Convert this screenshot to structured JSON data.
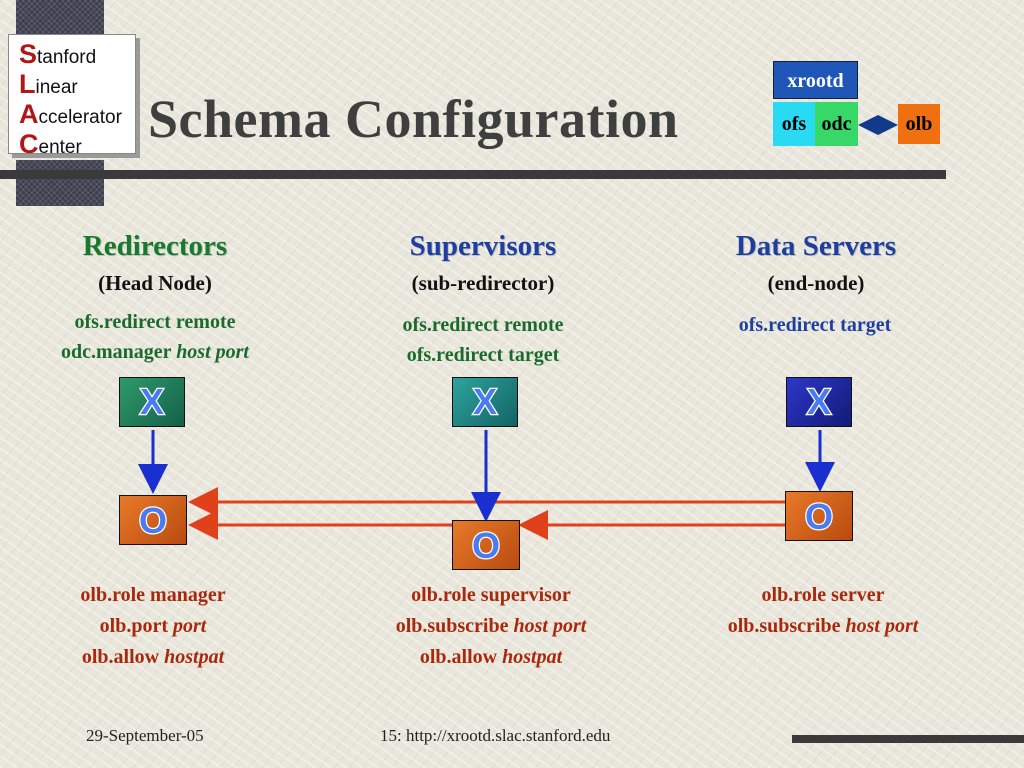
{
  "logo": {
    "lines": [
      {
        "cap": "S",
        "rest": "tanford"
      },
      {
        "cap": "L",
        "rest": "inear"
      },
      {
        "cap": "A",
        "rest": "ccelerator"
      },
      {
        "cap": "C",
        "rest": "enter"
      }
    ]
  },
  "title": "Schema Configuration",
  "legend": {
    "xrootd": "xrootd",
    "ofs": "ofs",
    "odc": "odc",
    "olb": "olb"
  },
  "columns": [
    {
      "title": "Redirectors",
      "subtitle": "(Head Node)",
      "config": [
        "ofs.redirect remote",
        "odc.manager"
      ],
      "config_italic": "host port",
      "olb": [
        {
          "text": "olb.role manager",
          "italic": ""
        },
        {
          "text": "olb.port",
          "italic": "port"
        },
        {
          "text": "olb.allow",
          "italic": "hostpat"
        }
      ]
    },
    {
      "title": "Supervisors",
      "subtitle": "(sub-redirector)",
      "config": [
        "ofs.redirect remote",
        "ofs.redirect target"
      ],
      "olb": [
        {
          "text": "olb.role supervisor",
          "italic": ""
        },
        {
          "text": "olb.subscribe",
          "italic": "host port"
        },
        {
          "text": "olb.allow",
          "italic": "hostpat"
        }
      ]
    },
    {
      "title": "Data Servers",
      "subtitle": "(end-node)",
      "config": [
        "ofs.redirect target"
      ],
      "olb": [
        {
          "text": "olb.role server",
          "italic": ""
        },
        {
          "text": "olb.subscribe",
          "italic": "host port"
        }
      ]
    }
  ],
  "icons": {
    "xrootd_letter": "X",
    "olb_letter": "O"
  },
  "colors": {
    "title_green": "#1a7a2c",
    "title_blue": "#1e3fa0",
    "olb_text": "#a8280c",
    "arrow_red": "#e0401a",
    "arrow_blue": "#1a2fd0"
  },
  "footer": {
    "date": "29-September-05",
    "page": "15: http://xrootd.slac.stanford.edu"
  }
}
